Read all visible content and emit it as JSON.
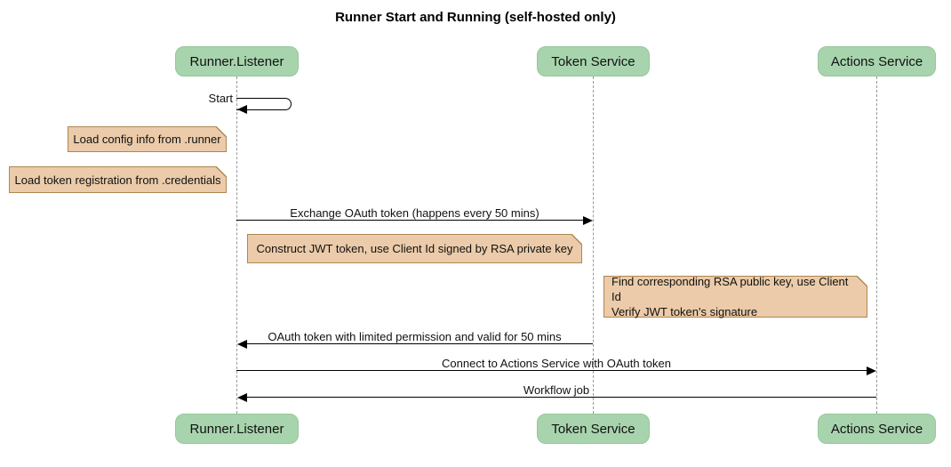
{
  "title": "Runner Start and Running (self-hosted only)",
  "diagram_type": "sequence",
  "participants": [
    {
      "name": "Runner.Listener"
    },
    {
      "name": "Token Service"
    },
    {
      "name": "Actions Service"
    }
  ],
  "messages": [
    {
      "label": "Start",
      "from": "Runner.Listener",
      "to": "Runner.Listener",
      "type": "self"
    },
    {
      "label": "Exchange OAuth token (happens every 50 mins)",
      "from": "Runner.Listener",
      "to": "Token Service",
      "type": "solid-arrow"
    },
    {
      "label": "OAuth token with limited permission and valid for 50 mins",
      "from": "Token Service",
      "to": "Runner.Listener",
      "type": "solid-arrow"
    },
    {
      "label": "Connect to Actions Service with OAuth token",
      "from": "Runner.Listener",
      "to": "Actions Service",
      "type": "solid-arrow"
    },
    {
      "label": "Workflow job",
      "from": "Actions Service",
      "to": "Runner.Listener",
      "type": "solid-arrow"
    }
  ],
  "notes": [
    {
      "text": "Load config info from .runner",
      "position": "left of Runner.Listener"
    },
    {
      "text": "Load token registration from .credentials",
      "position": "left of Runner.Listener"
    },
    {
      "text": "Construct JWT token, use Client Id signed by RSA private key",
      "position": "between Runner.Listener and Token Service"
    },
    {
      "text": "Find corresponding RSA public key, use Client Id\nVerify JWT token's signature",
      "position": "left of Actions Service"
    }
  ],
  "colors": {
    "background": "#ffffff",
    "participant_fill": "#a8d4ad",
    "participant_border": "#96c69d",
    "note_fill": "#ebcba9",
    "note_border": "#ae8753",
    "lifeline": "#999999",
    "arrow": "#000000",
    "text": "#111111"
  }
}
